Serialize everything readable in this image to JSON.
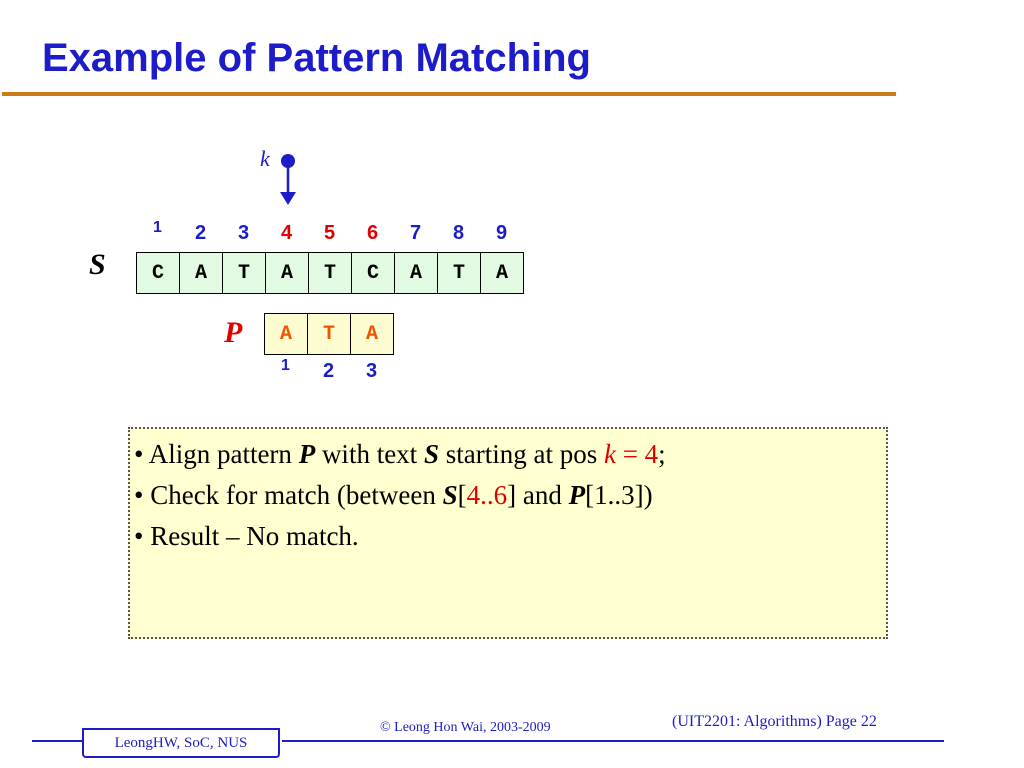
{
  "slide": {
    "title": "Example of Pattern Matching",
    "k_label": "k",
    "s_label": "S",
    "p_label": "P",
    "s_indices": [
      {
        "value": "1",
        "color": "#1c1cc8"
      },
      {
        "value": "2",
        "color": "#1c1cc8"
      },
      {
        "value": "3",
        "color": "#1c1cc8"
      },
      {
        "value": "4",
        "color": "#e00000"
      },
      {
        "value": "5",
        "color": "#e00000"
      },
      {
        "value": "6",
        "color": "#e00000"
      },
      {
        "value": "7",
        "color": "#1c1cc8"
      },
      {
        "value": "8",
        "color": "#1c1cc8"
      },
      {
        "value": "9",
        "color": "#1c1cc8"
      }
    ],
    "s_cells": [
      "C",
      "A",
      "T",
      "A",
      "T",
      "C",
      "A",
      "T",
      "A"
    ],
    "p_cells": [
      "A",
      "T",
      "A"
    ],
    "p_indices": [
      "1",
      "2",
      "3"
    ],
    "bullets": {
      "b1_pre": "• Align pattern ",
      "b1_p": "P",
      "b1_mid": " with text ",
      "b1_s": "S",
      "b1_mid2": " starting at pos ",
      "b1_k": "k",
      "b1_eq": " = 4",
      "b1_end": ";",
      "b2_pre": "• Check for match (between ",
      "b2_s": "S",
      "b2_open": "[",
      "b2_range": "4..6",
      "b2_close": "] and ",
      "b2_p": "P",
      "b2_end": "[1..3])",
      "b3": "• Result – No match."
    }
  },
  "footer": {
    "copyright": "© Leong Hon Wai, 2003-2009",
    "page": "(UIT2201: Algorithms) Page 22",
    "tab": "LeongHW, SoC, NUS"
  },
  "colors": {
    "title": "#1c1cc8",
    "rule": "#cc7a1a",
    "highlight": "#e00000",
    "s_fill": "#e2fae2",
    "p_fill": "#fdfbd0",
    "box_fill": "#ffffd0"
  }
}
